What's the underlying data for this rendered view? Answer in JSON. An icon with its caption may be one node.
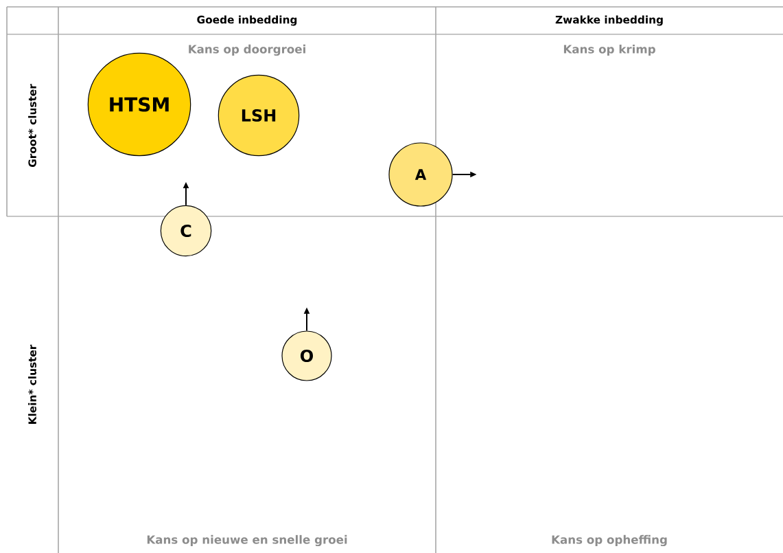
{
  "diagram": {
    "nodes": [
      {
        "text": [
          "HTSM"
        ]
      },
      {
        "text": [
          "LSH"
        ]
      },
      {
        "text": [
          "A"
        ]
      },
      {
        "text": [
          "C"
        ]
      },
      {
        "text": [
          "O"
        ]
      }
    ],
    "edges": [
      {
        "from": 2,
        "to": null,
        "arrow": "to"
      },
      {
        "from": 3,
        "to": null,
        "arrow": "to"
      },
      {
        "from": 4,
        "to": null,
        "arrow": "to"
      }
    ],
    "labels": [
      "Goede inbedding",
      "Zwakke inbedding",
      "Groot* cluster",
      "Kans op doorgroei",
      "Kans op krimp",
      "Klein* cluster",
      "Kans op nieuwe en snelle groei",
      "Kans op opheffing"
    ]
  }
}
